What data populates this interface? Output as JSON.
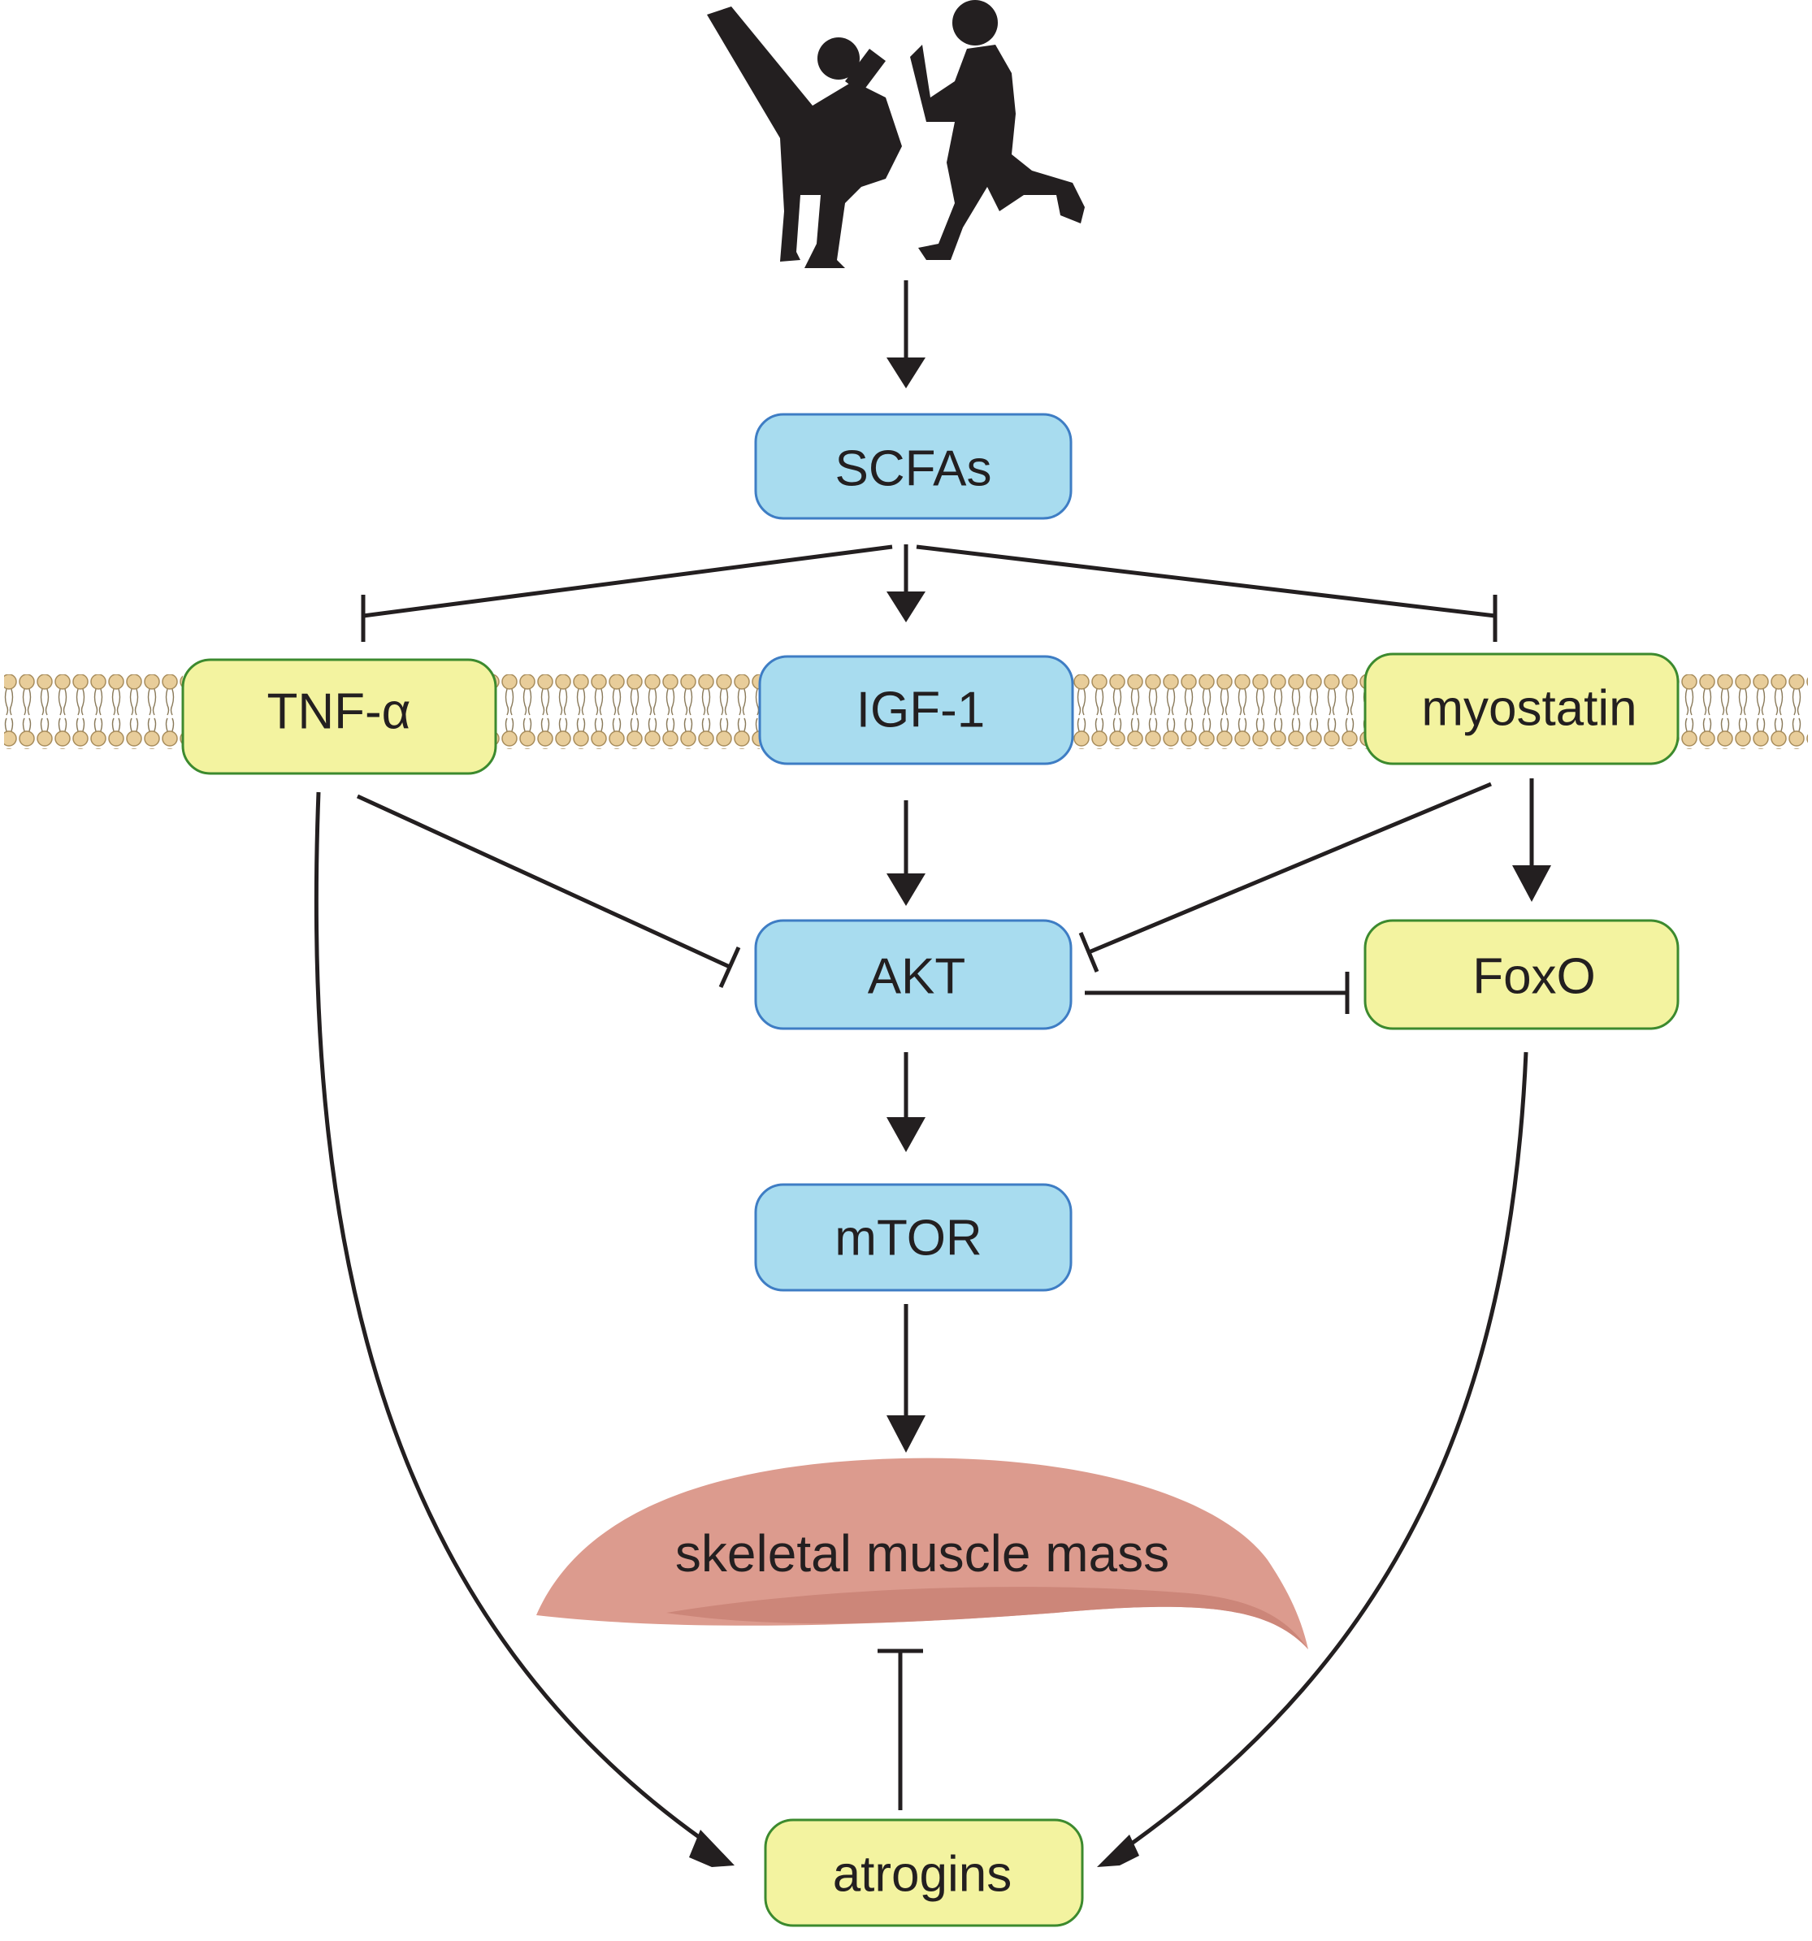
{
  "colors": {
    "blue_fill": "#a8dcef",
    "blue_stroke": "#3e7dc4",
    "yellow_fill": "#f3f3a0",
    "yellow_stroke": "#3c8a2e",
    "muscle_fill": "#dc9b8e",
    "muscle_shade": "#cc8679",
    "membrane_head": "#e8cd9a",
    "membrane_head_stroke": "#a88d5c",
    "line": "#231f20"
  },
  "icons": {
    "exercise": "martial-arts-silhouettes-icon"
  },
  "nodes": {
    "scfas": "SCFAs",
    "tnf": "TNF-α",
    "igf1": "IGF-1",
    "myostatin": "myostatin",
    "akt": "AKT",
    "foxo": "FoxO",
    "mtor": "mTOR",
    "muscle": "skeletal muscle mass",
    "atrogins": "atrogins"
  },
  "edges": [
    {
      "from": "exercise",
      "to": "SCFAs",
      "type": "activation"
    },
    {
      "from": "SCFAs",
      "to": "TNF-α",
      "type": "inhibition"
    },
    {
      "from": "SCFAs",
      "to": "IGF-1",
      "type": "activation"
    },
    {
      "from": "SCFAs",
      "to": "myostatin",
      "type": "inhibition"
    },
    {
      "from": "TNF-α",
      "to": "AKT",
      "type": "inhibition"
    },
    {
      "from": "IGF-1",
      "to": "AKT",
      "type": "activation"
    },
    {
      "from": "myostatin",
      "to": "AKT",
      "type": "inhibition"
    },
    {
      "from": "myostatin",
      "to": "FoxO",
      "type": "activation"
    },
    {
      "from": "AKT",
      "to": "FoxO",
      "type": "inhibition"
    },
    {
      "from": "AKT",
      "to": "mTOR",
      "type": "activation"
    },
    {
      "from": "mTOR",
      "to": "skeletal muscle mass",
      "type": "activation"
    },
    {
      "from": "atrogins",
      "to": "skeletal muscle mass",
      "type": "inhibition"
    },
    {
      "from": "TNF-α",
      "to": "atrogins",
      "type": "activation"
    },
    {
      "from": "FoxO",
      "to": "atrogins",
      "type": "activation"
    }
  ]
}
